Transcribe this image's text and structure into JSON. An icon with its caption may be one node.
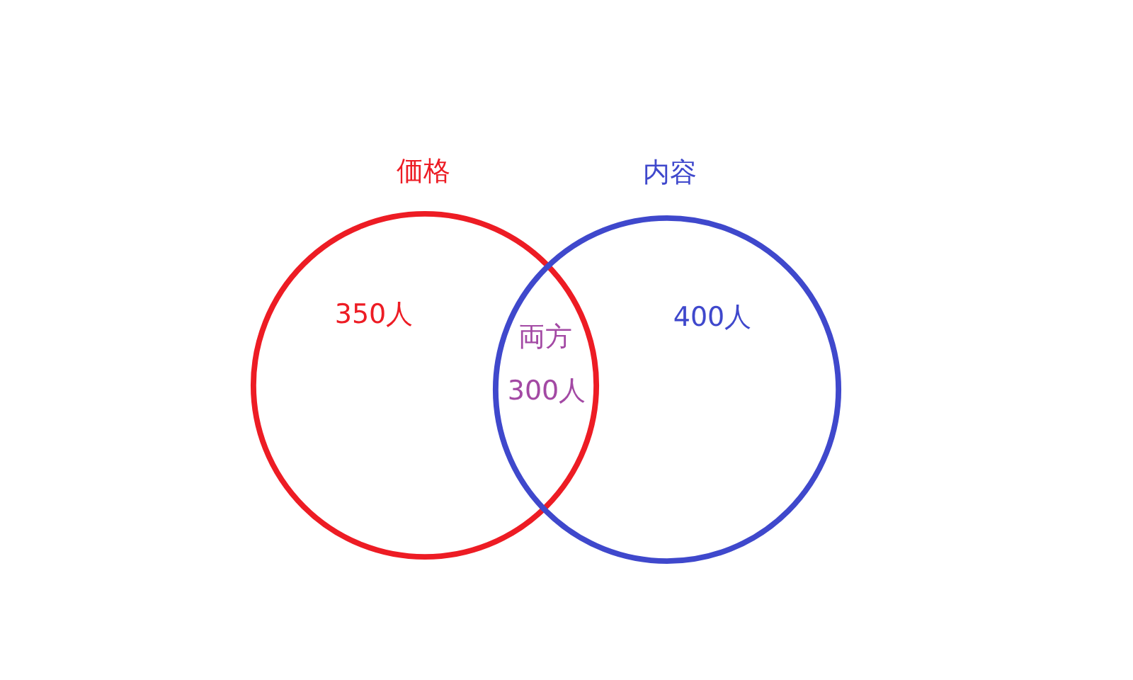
{
  "diagram": {
    "nodes": [
      {
        "text": [
          "価格",
          "350人"
        ]
      },
      {
        "text": [
          "内容",
          "400人"
        ]
      }
    ],
    "labels": [
      "両方",
      "300人"
    ]
  }
}
